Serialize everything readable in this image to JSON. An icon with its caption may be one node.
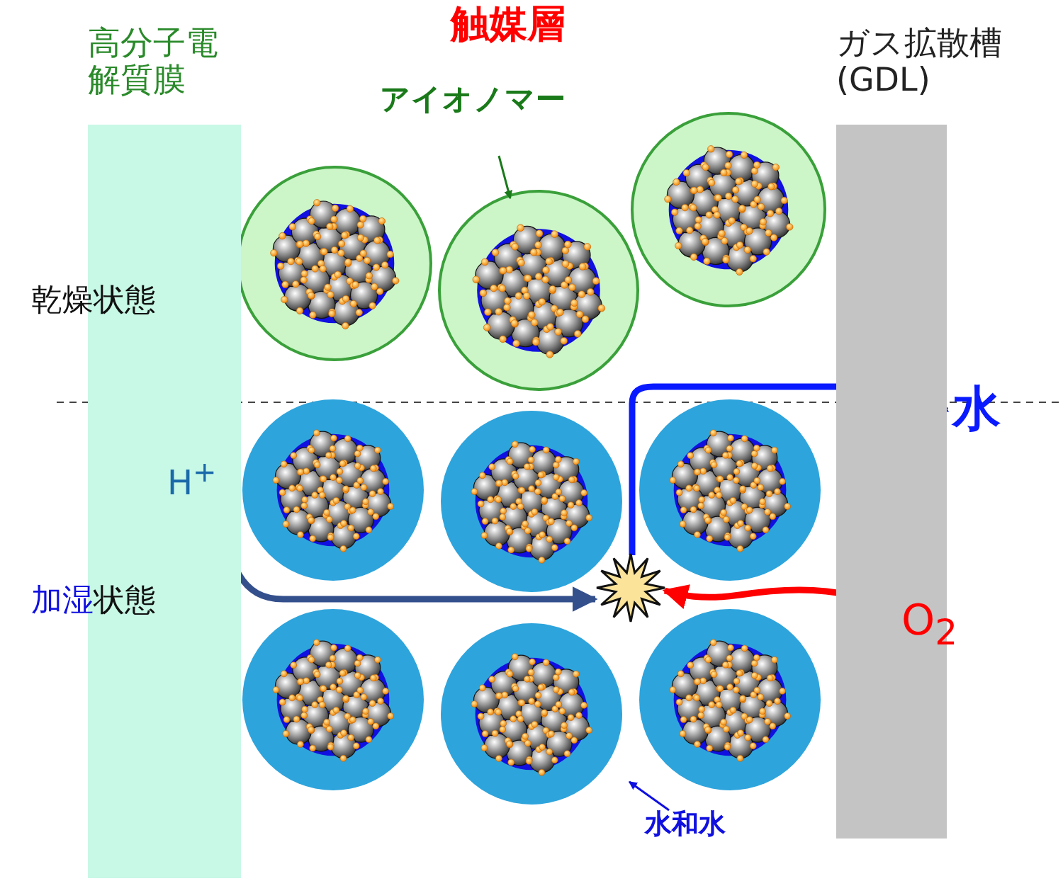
{
  "diagram": {
    "nodes": [
      {
        "text": [
          "高分子電解質膜"
        ]
      },
      {
        "text": [
          "ガス拡散槽(GDL)"
        ]
      },
      {
        "text": [
          "アイオノマー"
        ]
      },
      {
        "text": [],
        "shape": "circle"
      },
      {
        "text": [],
        "shape": "circle"
      },
      {
        "text": [],
        "shape": "circle"
      },
      {
        "text": [],
        "shape": "circle"
      },
      {
        "text": [],
        "shape": "circle"
      },
      {
        "text": [],
        "shape": "circle"
      },
      {
        "text": [],
        "shape": "circle"
      },
      {
        "text": [],
        "shape": "circle"
      },
      {
        "text": [],
        "shape": "circle"
      },
      {
        "text": [
          "水和水"
        ]
      },
      {
        "text": [
          "H$^{+}$"
        ],
        "in": 0
      },
      {
        "text": [],
        "shape": "star"
      },
      {
        "text": [
          "O$_{2}$"
        ]
      },
      {
        "text": [
          "水"
        ]
      }
    ],
    "edges": [
      {
        "from": 2,
        "to": 4,
        "arrow": "to",
        "color": "#1a7a1a"
      },
      {
        "from": 12,
        "to": 10,
        "arrow": "to",
        "color": "#1010e0"
      },
      {
        "from": 13,
        "to": 14,
        "arrow": "to",
        "color": "#34508c"
      },
      {
        "from": 15,
        "to": 14,
        "arrow": "to",
        "color": "#ff0000"
      },
      {
        "from": 14,
        "to": 16,
        "arrow": "to",
        "color": "#0a1aff"
      }
    ],
    "labels": [
      "触媒層",
      "乾燥状態",
      "加湿状態"
    ]
  }
}
